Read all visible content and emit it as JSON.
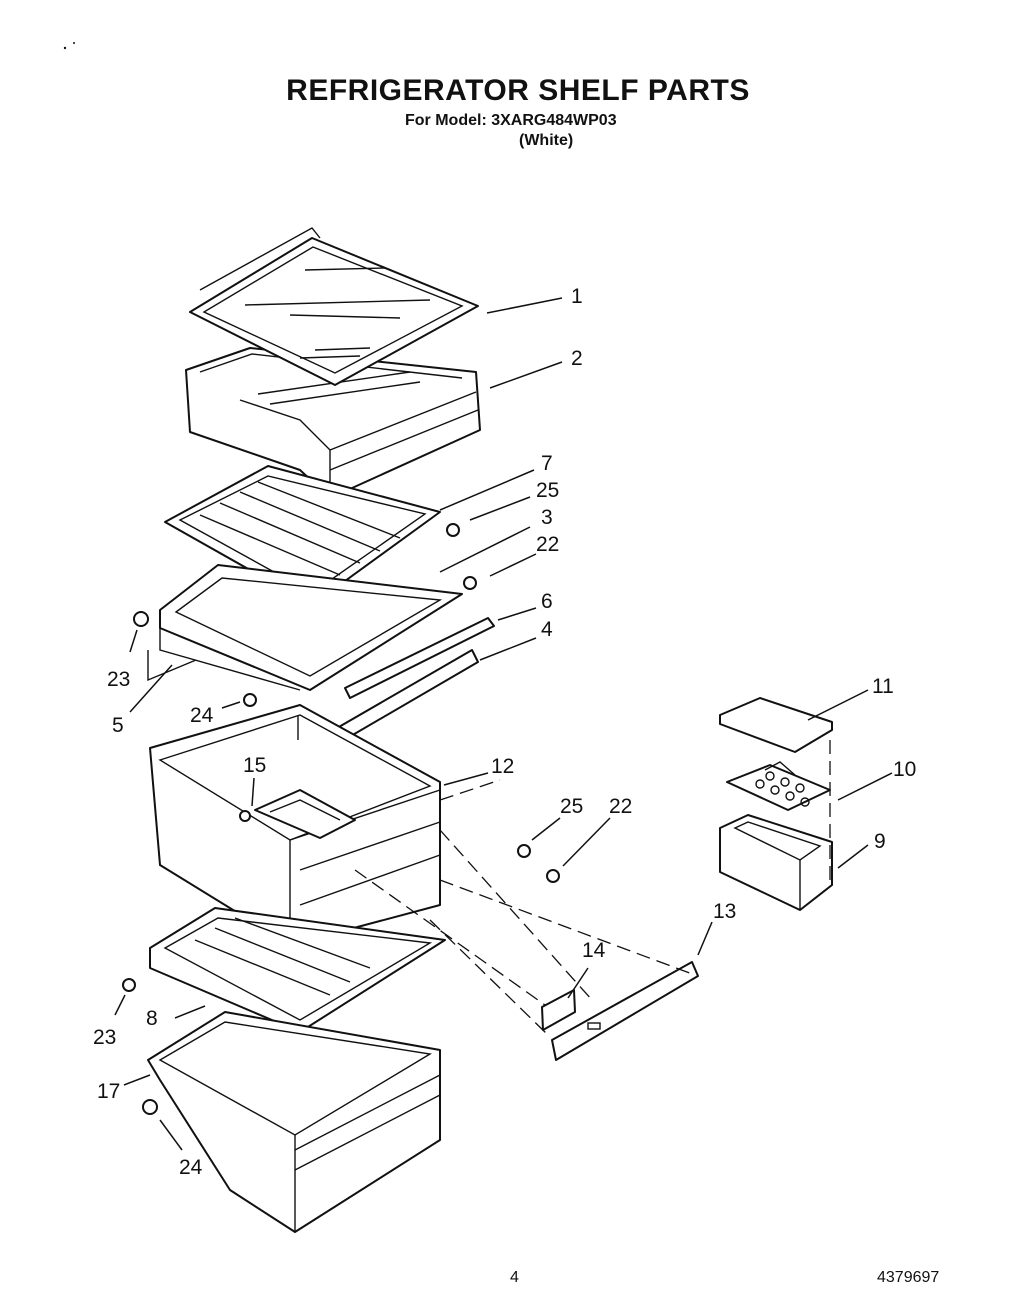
{
  "header": {
    "title": "REFRIGERATOR SHELF PARTS",
    "model_line": "For Model: 3XARG484WP03",
    "color_note": "(White)"
  },
  "footer": {
    "page_number": "4",
    "document_number": "4379697"
  },
  "callouts": {
    "c1": "1",
    "c2": "2",
    "c7": "7",
    "c25a": "25",
    "c3": "3",
    "c22a": "22",
    "c6": "6",
    "c4": "4",
    "c23a": "23",
    "c5": "5",
    "c24a": "24",
    "c11": "11",
    "c10": "10",
    "c9": "9",
    "c15": "15",
    "c12": "12",
    "c25b": "25",
    "c22b": "22",
    "c13": "13",
    "c14": "14",
    "c23b": "23",
    "c8": "8",
    "c17": "17",
    "c24b": "24"
  }
}
